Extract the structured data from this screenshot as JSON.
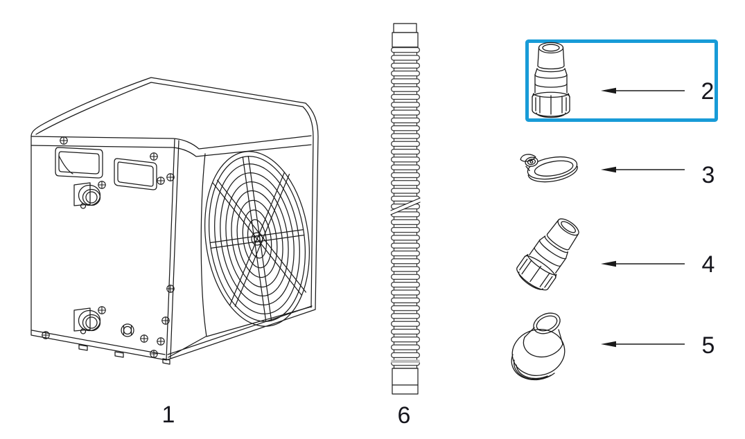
{
  "diagram": {
    "type": "parts-diagram",
    "background": "#ffffff",
    "line_color": "#1a1a1a",
    "label_color": "#16161d",
    "highlight": {
      "color": "#189bd7",
      "selected_part": "2"
    },
    "parts": [
      {
        "label": "1",
        "icon": "heat-pump-unit-icon"
      },
      {
        "label": "2",
        "icon": "hose-adapter-with-nut-icon",
        "highlighted": true
      },
      {
        "label": "3",
        "icon": "hose-clamp-icon"
      },
      {
        "label": "4",
        "icon": "hose-adapter-angled-icon"
      },
      {
        "label": "5",
        "icon": "stepped-hose-adapter-icon"
      },
      {
        "label": "6",
        "icon": "corrugated-hose-icon"
      }
    ]
  }
}
